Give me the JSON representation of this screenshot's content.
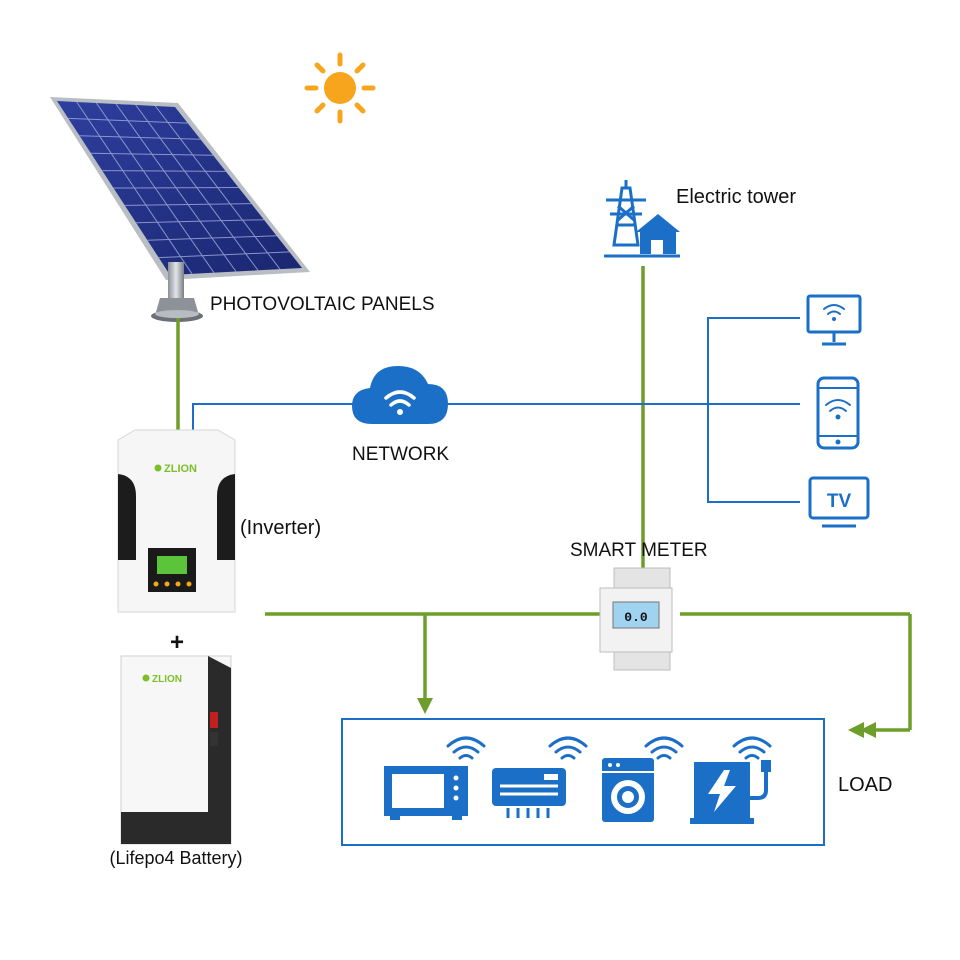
{
  "labels": {
    "pv_panels": "PHOTOVOLTAIC PANELS",
    "electric_tower": "Electric tower",
    "network": "NETWORK",
    "inverter": "(Inverter)",
    "smart_meter": "SMART  METER",
    "plus": "+",
    "battery": "(Lifepo4 Battery)",
    "load": "LOAD"
  },
  "brand": {
    "inverter_logo": "ZLION",
    "battery_logo": "ZLION"
  },
  "meter_display": "0.0",
  "devices": {
    "network_side": [
      "monitor-wifi-icon",
      "smartphone-wifi-icon",
      "tv-icon"
    ],
    "load": [
      "microwave-icon",
      "air-conditioner-icon",
      "washing-machine-icon",
      "ev-charger-icon"
    ],
    "tv_text": "TV"
  },
  "colors": {
    "power_line": "#6e9e2a",
    "network_line": "#1b6fc7",
    "icon_blue": "#1b6fc7",
    "sun": "#f7a51c",
    "panel_cell": "#24338a"
  }
}
